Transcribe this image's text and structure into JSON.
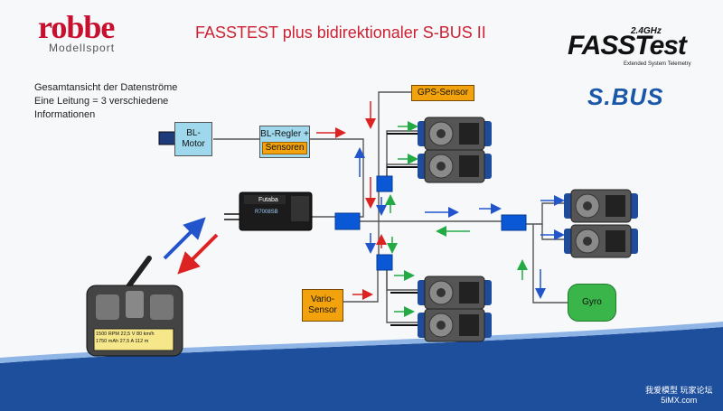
{
  "header": {
    "brand": "robbe",
    "brand_sub": "Modellsport",
    "title": "FASSTEST plus bidirektionaler S-BUS II"
  },
  "logos": {
    "fasstest_band": "2.4GHz",
    "fasstest_word": "FASSTest",
    "fasstest_tagline": "Extended System Telemetry",
    "sbus": "S.BUS"
  },
  "description": {
    "lines": [
      "Gesamtansicht der Datenströme",
      "Eine Leitung = 3 verschiedene",
      "Informationen"
    ]
  },
  "components": {
    "motor": [
      "BL-",
      "Motor"
    ],
    "bl_regler": "BL-Regler +",
    "bl_sensor": "Sensoren",
    "gps": "GPS-Sensor",
    "vario": [
      "Vario-",
      "Sensor"
    ],
    "gyro": "Gyro",
    "receiver_brand": "Futaba",
    "receiver_model": "R7008SB"
  },
  "transmitter": {
    "screen_lines": [
      "1500 RPM  22,5 V  80 km/h",
      "1750 mAh  27,5 A    112 m"
    ]
  },
  "watermark": [
    "我爱模型 玩家论坛",
    "5iMX.com"
  ],
  "colors": {
    "title": "#cc2233",
    "brand": "#c8102e",
    "sbus": "#1a57a8",
    "arrow_blue": "#2255cc",
    "arrow_red": "#dd2222",
    "arrow_green": "#22aa44",
    "hub": "#0a58d6",
    "sensor_orange": "#f2a20c",
    "component_blue": "#9fd8ec",
    "gyro_green": "#39b54a"
  }
}
